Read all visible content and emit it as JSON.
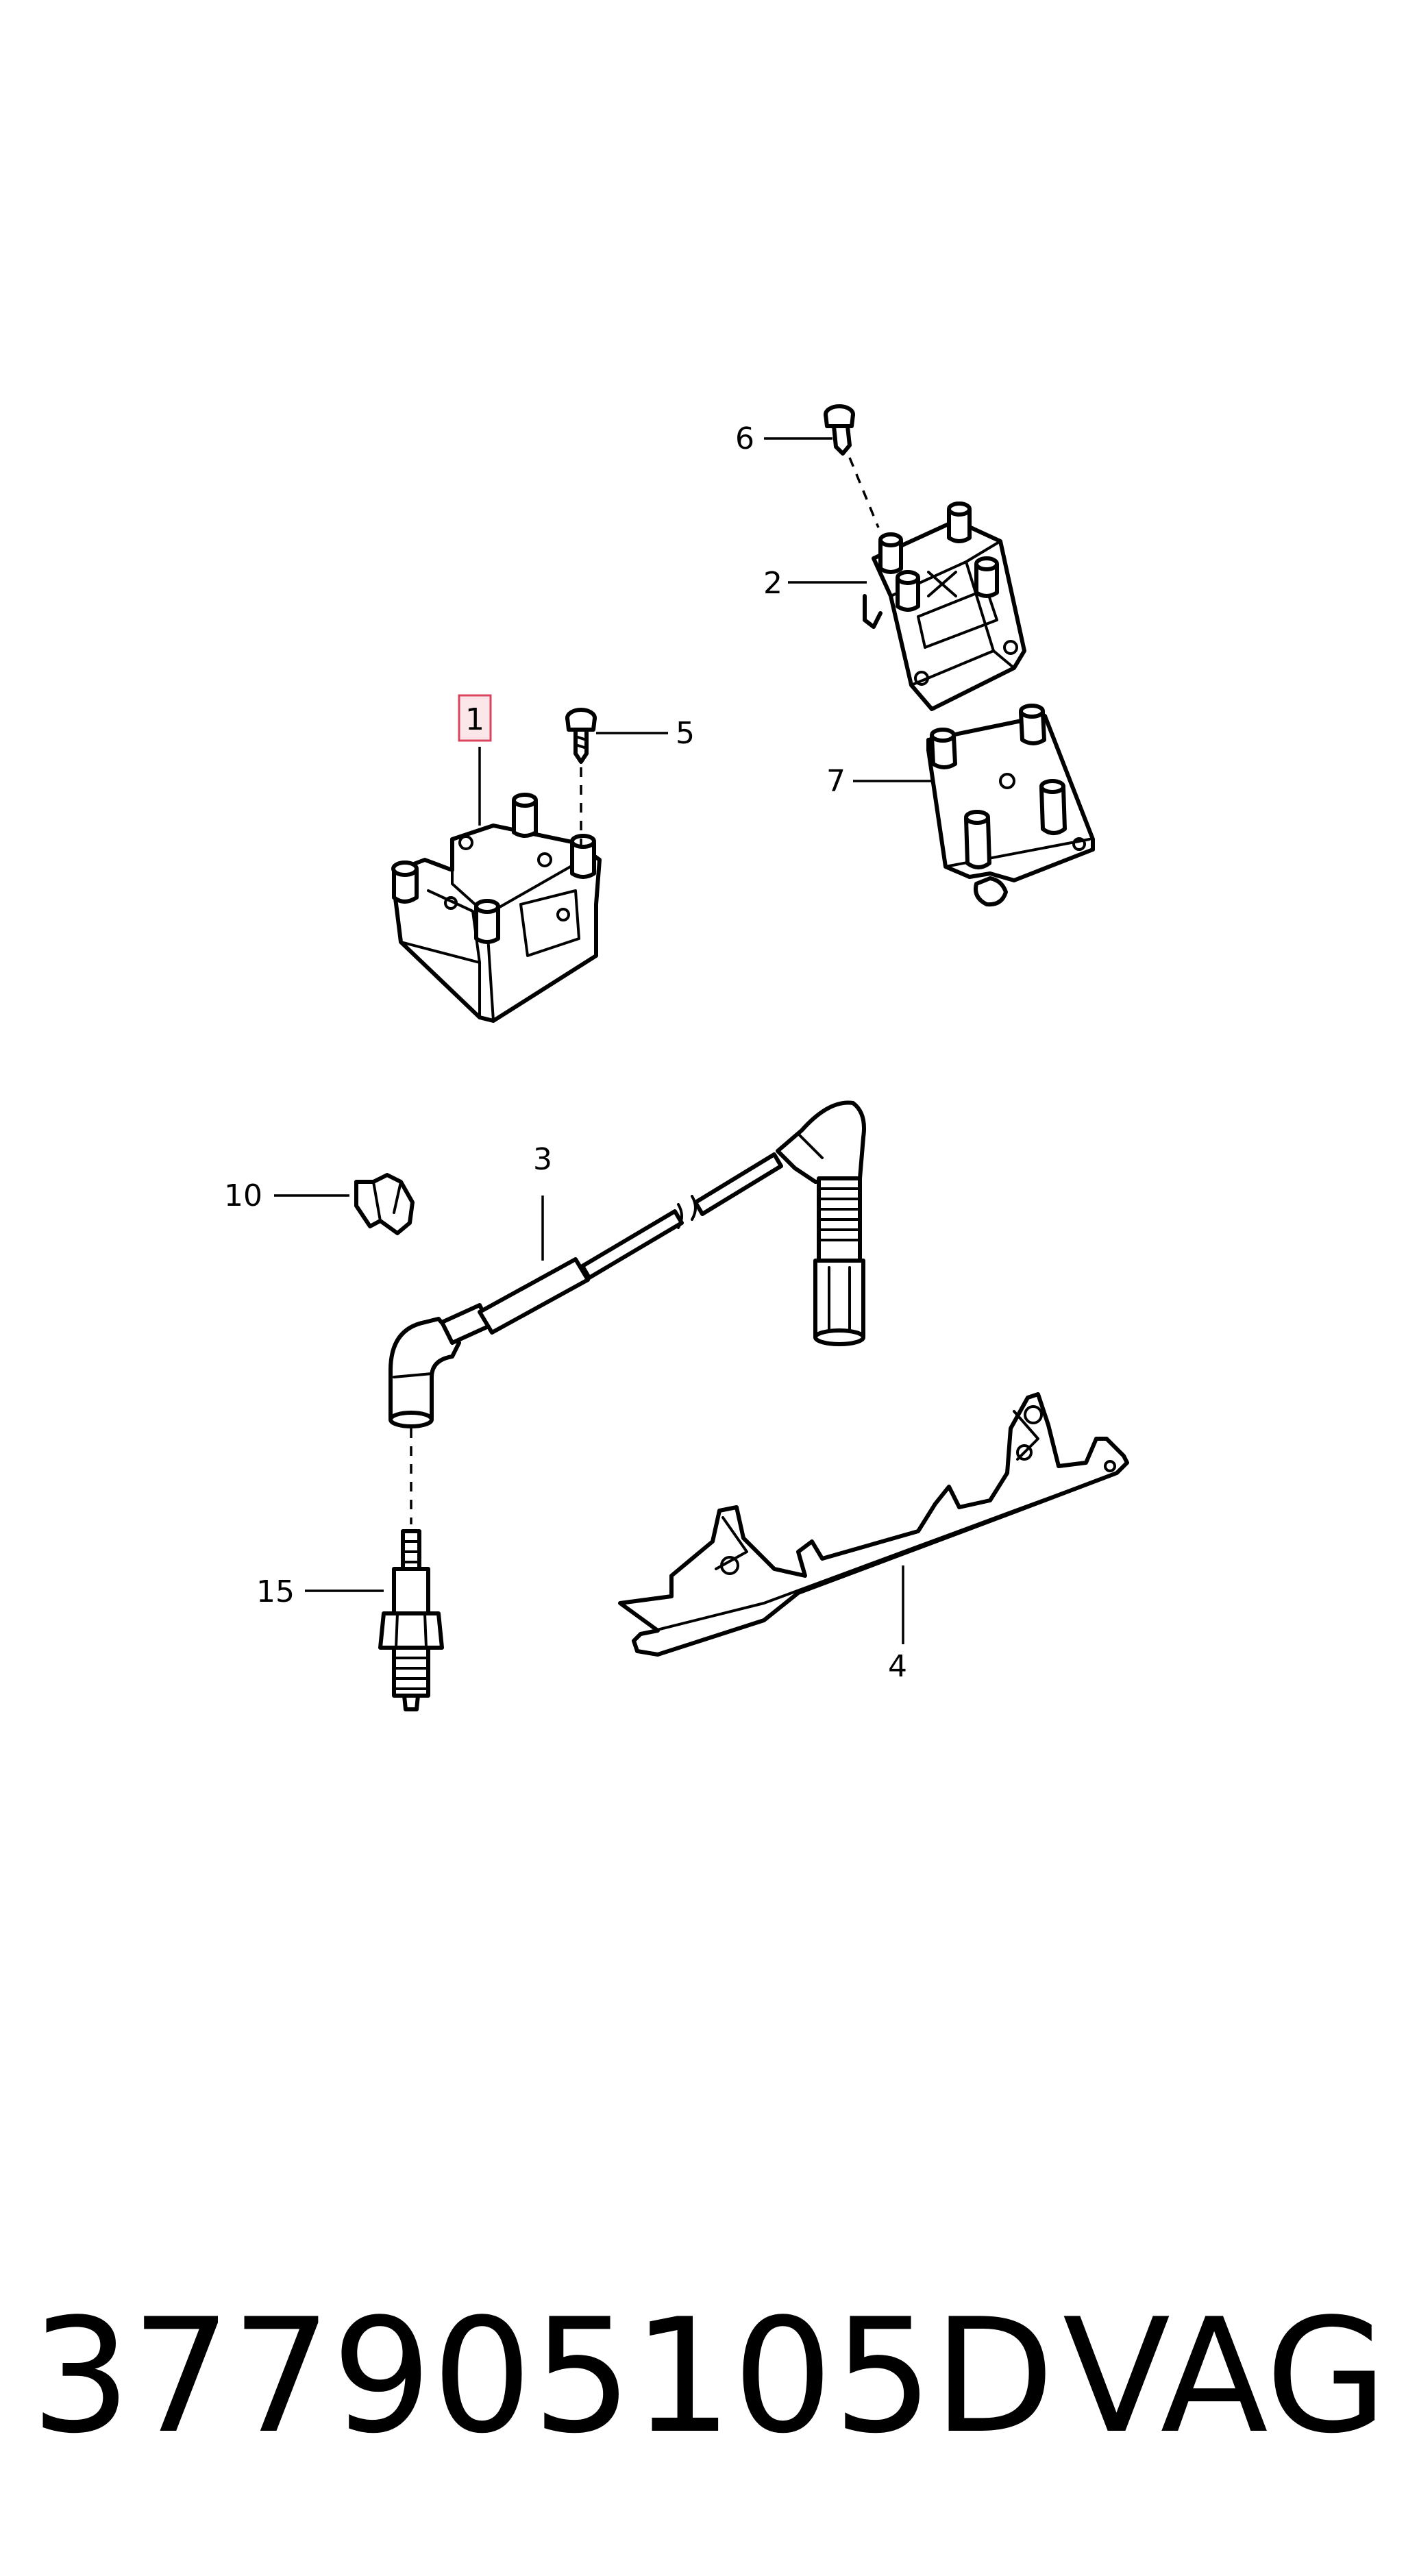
{
  "callouts": {
    "c1": "1",
    "c2": "2",
    "c3": "3",
    "c4": "4",
    "c5": "5",
    "c6": "6",
    "c7": "7",
    "c10": "10",
    "c15": "15"
  },
  "highlighted_callout": "1",
  "highlight_color": "#d9445f",
  "footer": {
    "part_number": "377905105D",
    "brand": "VAG"
  }
}
